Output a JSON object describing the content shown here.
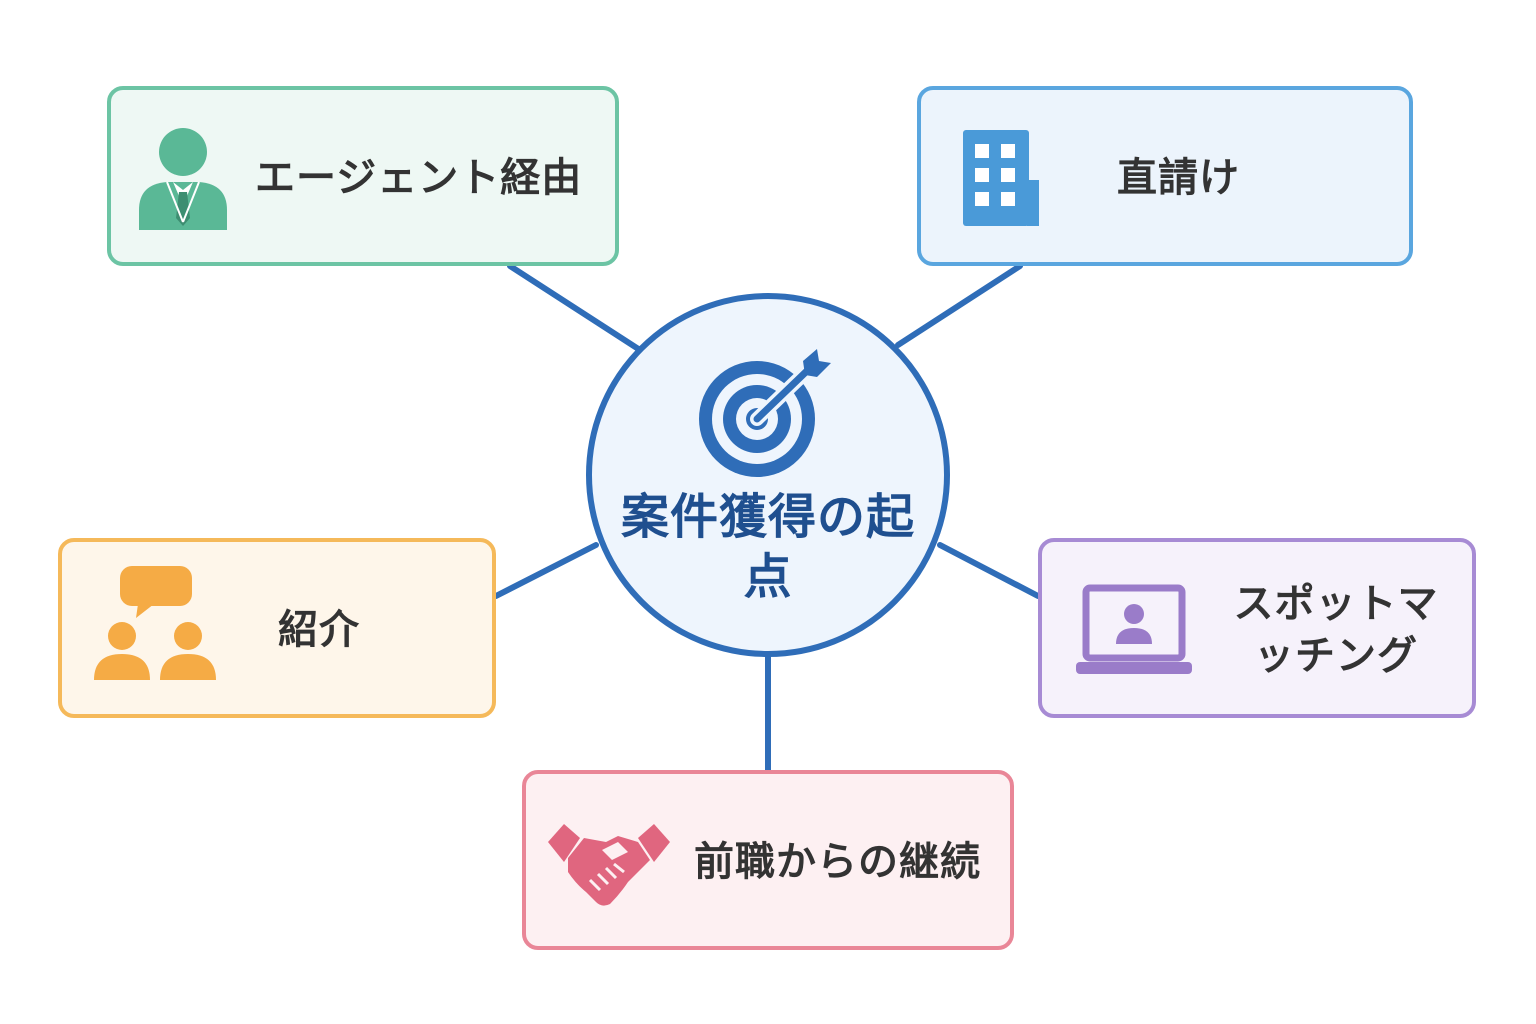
{
  "center": {
    "title": "案件獲得の起点",
    "icon": "target-icon",
    "color": "#2f6db8"
  },
  "nodes": [
    {
      "key": "agent",
      "label": "エージェント経由",
      "icon": "businessperson-icon",
      "color": "#5ab896"
    },
    {
      "key": "direct",
      "label": "直請け",
      "icon": "building-icon",
      "color": "#4a9ad8"
    },
    {
      "key": "referral",
      "label": "紹介",
      "icon": "people-speech-icon",
      "color": "#f5ab45"
    },
    {
      "key": "spot",
      "label": "スポットマッチング",
      "icon": "laptop-user-icon",
      "color": "#9a7cc9"
    },
    {
      "key": "previous",
      "label": "前職からの継続",
      "icon": "handshake-icon",
      "color": "#e0667f"
    }
  ]
}
